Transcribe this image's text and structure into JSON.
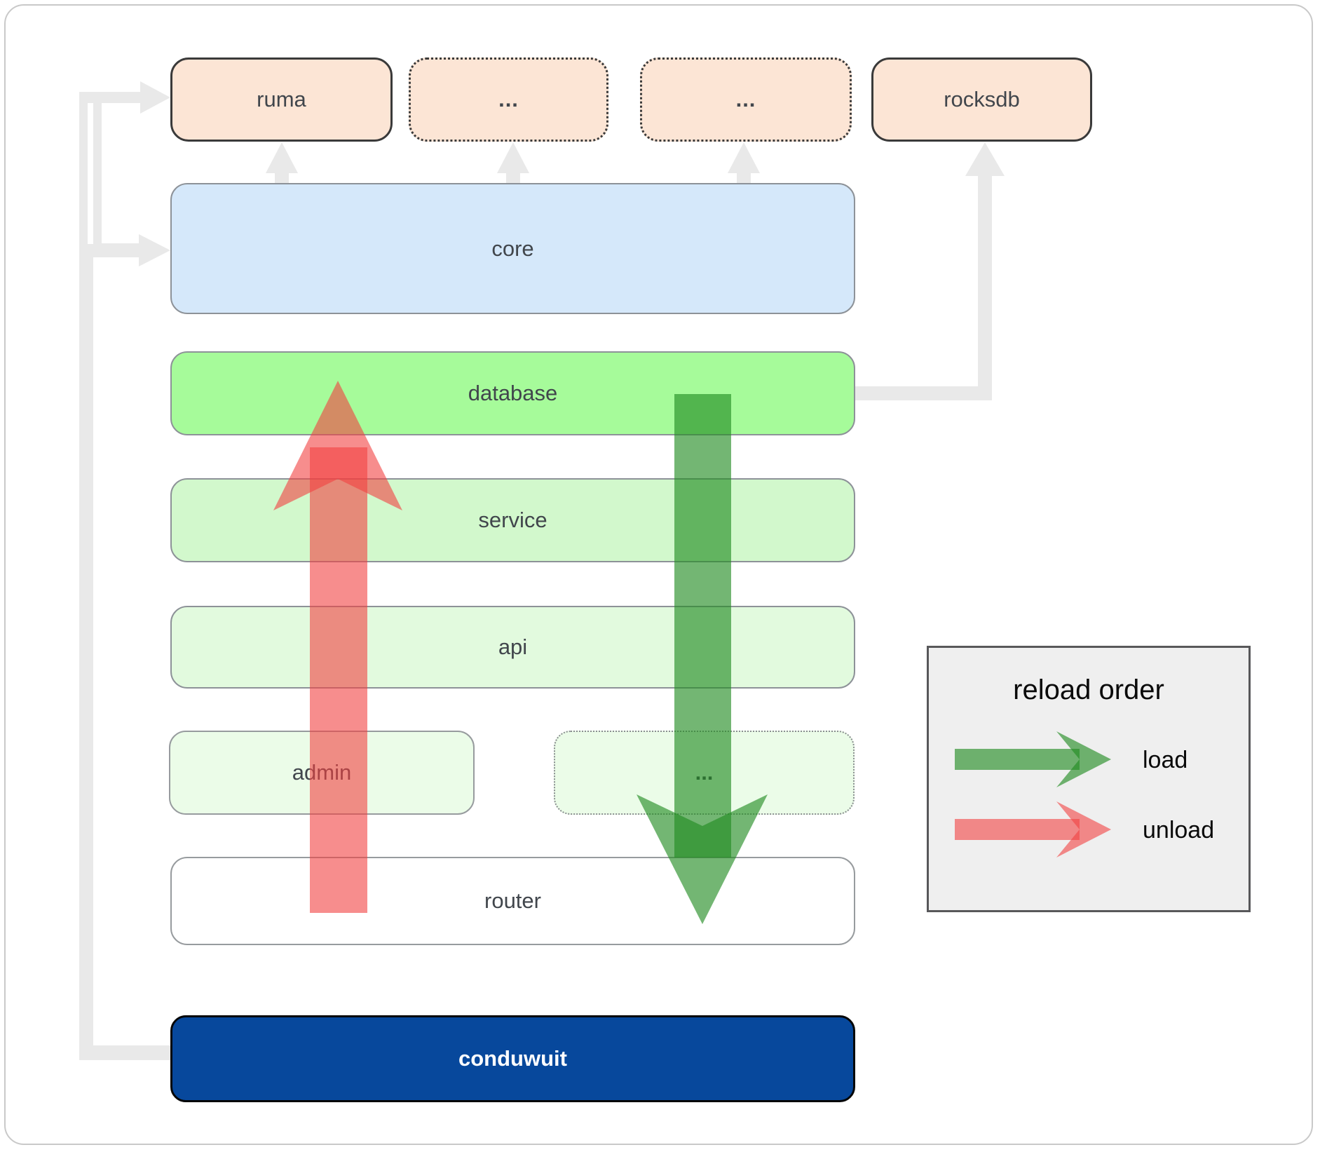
{
  "boxes": {
    "ruma": {
      "label": "ruma"
    },
    "ellipsis_top_1": {
      "label": "..."
    },
    "ellipsis_top_2": {
      "label": "..."
    },
    "rocksdb": {
      "label": "rocksdb"
    },
    "core": {
      "label": "core"
    },
    "database": {
      "label": "database"
    },
    "service": {
      "label": "service"
    },
    "api": {
      "label": "api"
    },
    "admin": {
      "label": "admin"
    },
    "ellipsis_admin": {
      "label": "..."
    },
    "router": {
      "label": "router"
    },
    "conduwuit": {
      "label": "conduwuit"
    }
  },
  "legend": {
    "title": "reload order",
    "load_label": "load",
    "unload_label": "unload"
  },
  "colors": {
    "load_arrow": "rgba(34,139,34,0.63)",
    "unload_arrow": "rgba(241,65,65,0.60)",
    "connector_gray": "#e9e9e9",
    "conduwuit_fill": "#07489c",
    "database_fill": "#a6fb9a",
    "core_fill": "#d5e8fa",
    "peach_fill": "#fce5d5",
    "legend_bg": "#efefef"
  }
}
